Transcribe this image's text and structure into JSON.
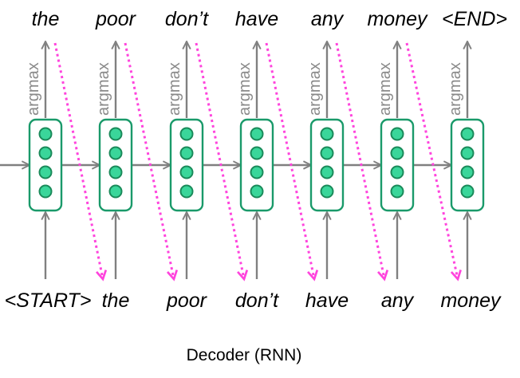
{
  "diagram": {
    "caption": "Decoder (RNN)",
    "argmax_label": "argmax",
    "output_words": [
      "the",
      "poor",
      "don’t",
      "have",
      "any",
      "money",
      "<END>"
    ],
    "input_words": [
      "<START>",
      "the",
      "poor",
      "don’t",
      "have",
      "any",
      "money"
    ],
    "colors": {
      "cell_border": "#1a9a6a",
      "cell_fill": "#ffffff",
      "node_fill": "#3ad69a",
      "node_border": "#1a8a5a",
      "arrow": "#808080",
      "feedback_arrow": "#ff44dd",
      "text": "#000000",
      "argmax_text": "#8a8a8a"
    }
  }
}
